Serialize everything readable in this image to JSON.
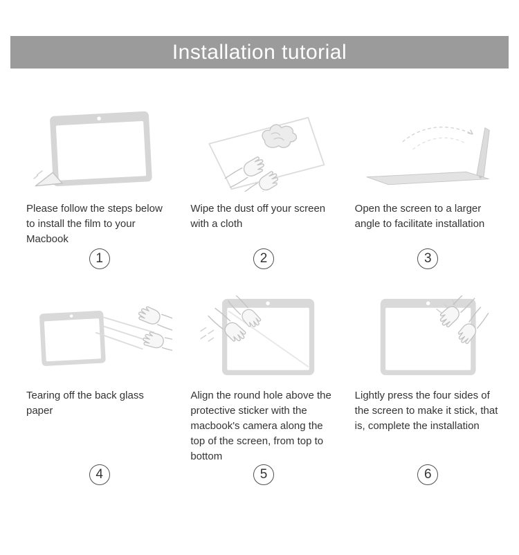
{
  "header": {
    "title": "Installation tutorial"
  },
  "colors": {
    "header_bg": "#9b9b9b",
    "header_text": "#ffffff",
    "body_bg": "#ffffff",
    "text": "#333333",
    "illustration_line": "#c6c6c6",
    "illustration_fill": "#d9d9d9",
    "number_border": "#4f4f4f"
  },
  "steps": [
    {
      "number": "1",
      "text": "Please follow the steps below to install the film to your Macbook",
      "illustration": "macbook-screen-film-peel-illustration"
    },
    {
      "number": "2",
      "text": "Wipe the dust off your screen with a cloth",
      "illustration": "hands-wiping-screen-with-cloth-illustration"
    },
    {
      "number": "3",
      "text": "Open the screen to a larger angle to facilitate installation",
      "illustration": "open-laptop-wide-angle-illustration"
    },
    {
      "number": "4",
      "text": "Tearing off the back glass paper",
      "illustration": "hands-tearing-back-paper-illustration"
    },
    {
      "number": "5",
      "text": "Align the round hole above the protective sticker with the macbook's camera along the top of the screen, from top to bottom",
      "illustration": "hands-aligning-film-on-screen-illustration"
    },
    {
      "number": "6",
      "text": "Lightly press the four sides of the screen to make it stick, that is, complete the installation",
      "illustration": "hands-pressing-screen-edges-illustration"
    }
  ]
}
